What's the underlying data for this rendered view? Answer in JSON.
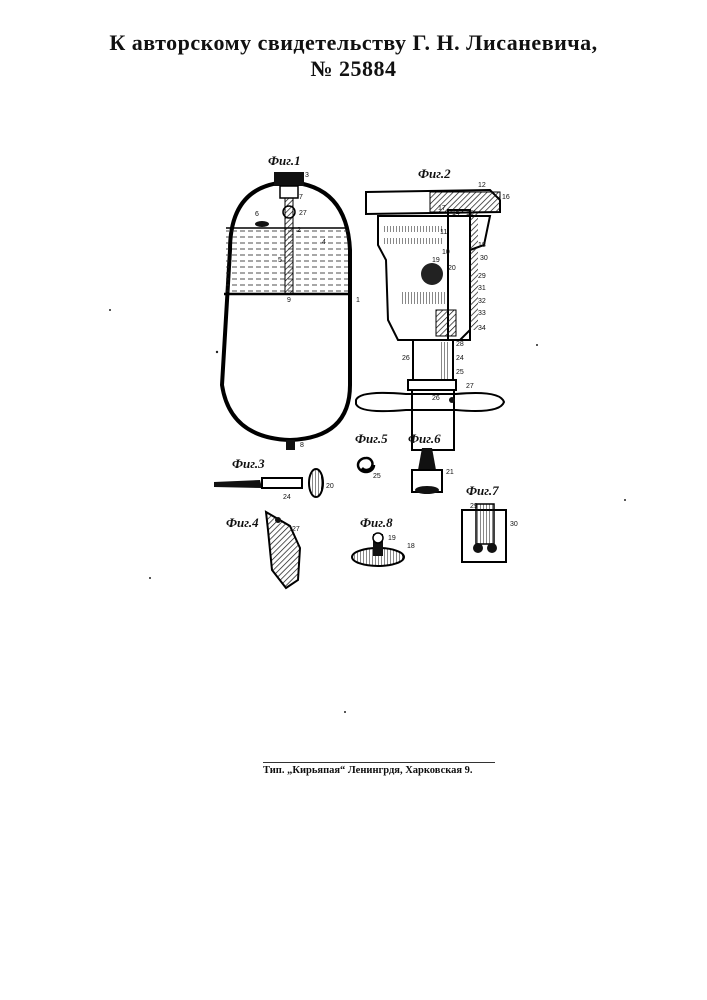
{
  "header": {
    "line1": "К авторскому свидетельству Г. Н. Лисаневича,",
    "line2": "№ 25884"
  },
  "figures": {
    "fig1": "Фиг.1",
    "fig2": "Фиг.2",
    "fig3": "Фиг.3",
    "fig4": "Фиг.4",
    "fig5": "Фиг.5",
    "fig6": "Фиг.6",
    "fig7": "Фиг.7",
    "fig8": "Фиг.8"
  },
  "callouts": {
    "fig1": [
      "3",
      "7",
      "6",
      "27",
      "2",
      "4",
      "5",
      "9",
      "1",
      "8"
    ],
    "fig2": [
      "12",
      "16",
      "17",
      "14",
      "15",
      "10",
      "18",
      "11",
      "30",
      "19",
      "20",
      "29",
      "31",
      "32",
      "33",
      "34",
      "28",
      "26",
      "24",
      "25",
      "27",
      "26"
    ],
    "fig3": [
      "24",
      "20"
    ],
    "fig4": [
      "27"
    ],
    "fig5": [
      "25"
    ],
    "fig6": [
      "21"
    ],
    "fig7": [
      "29",
      "30"
    ],
    "fig8": [
      "19",
      "18"
    ]
  },
  "footer": {
    "imprint": "Тип. „Кирьяпая“ Ленингрдя, Харковская 9."
  }
}
